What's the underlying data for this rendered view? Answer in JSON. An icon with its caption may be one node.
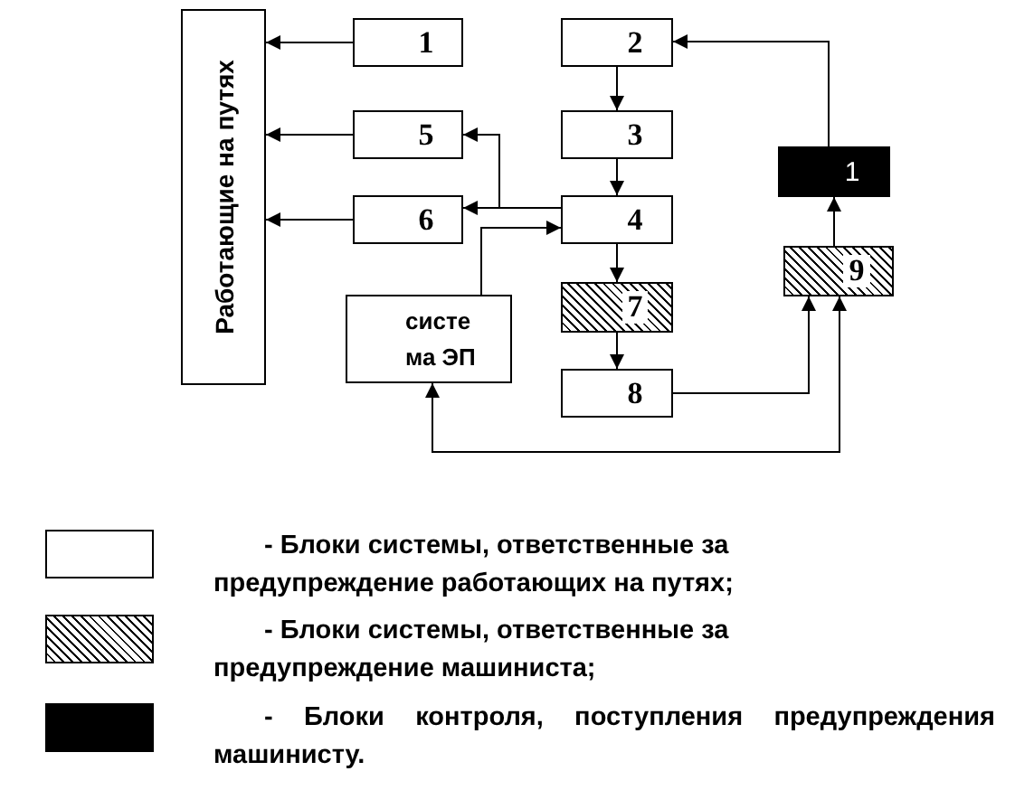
{
  "diagram": {
    "nodes": [
      {
        "text": [
          "Работающие на путях"
        ]
      },
      {
        "text": [
          "1"
        ]
      },
      {
        "text": [
          "2"
        ]
      },
      {
        "text": [
          "5"
        ]
      },
      {
        "text": [
          "3"
        ]
      },
      {
        "text": [
          "6"
        ]
      },
      {
        "text": [
          "4"
        ]
      },
      {
        "text": [
          "систе ма ЭП"
        ]
      },
      {
        "text": [
          "7"
        ]
      },
      {
        "text": [
          "8"
        ]
      },
      {
        "text": [
          "1"
        ]
      },
      {
        "text": [
          "9"
        ]
      }
    ],
    "edges": [
      {
        "from": 1,
        "to": 0,
        "arrow": "to"
      },
      {
        "from": 3,
        "to": 0,
        "arrow": "to"
      },
      {
        "from": 5,
        "to": 0,
        "arrow": "to"
      },
      {
        "from": 2,
        "to": 4,
        "arrow": "to"
      },
      {
        "from": 4,
        "to": 6,
        "arrow": "to"
      },
      {
        "from": 6,
        "to": 3,
        "arrow": "to"
      },
      {
        "from": 6,
        "to": 5,
        "arrow": "to"
      },
      {
        "from": 7,
        "to": 6,
        "arrow": "to"
      },
      {
        "from": 6,
        "to": 8,
        "arrow": "to"
      },
      {
        "from": 8,
        "to": 9,
        "arrow": "to"
      },
      {
        "from": 9,
        "to": 11,
        "arrow": "to"
      },
      {
        "from": 7,
        "to": 11,
        "arrow": "both"
      },
      {
        "from": 11,
        "to": 10,
        "arrow": "to"
      },
      {
        "from": 10,
        "to": 2,
        "arrow": "to"
      }
    ],
    "legend": [
      {
        "text": "- Блоки системы, ответственные за предупреждение работающих на путях;",
        "color": "#ffffff"
      },
      {
        "text": "- Блоки системы, ответственные за предупреждение машиниста;"
      },
      {
        "text": "- Блоки контроля, поступления предупреждения машинисту.",
        "color": "#000000"
      }
    ]
  }
}
